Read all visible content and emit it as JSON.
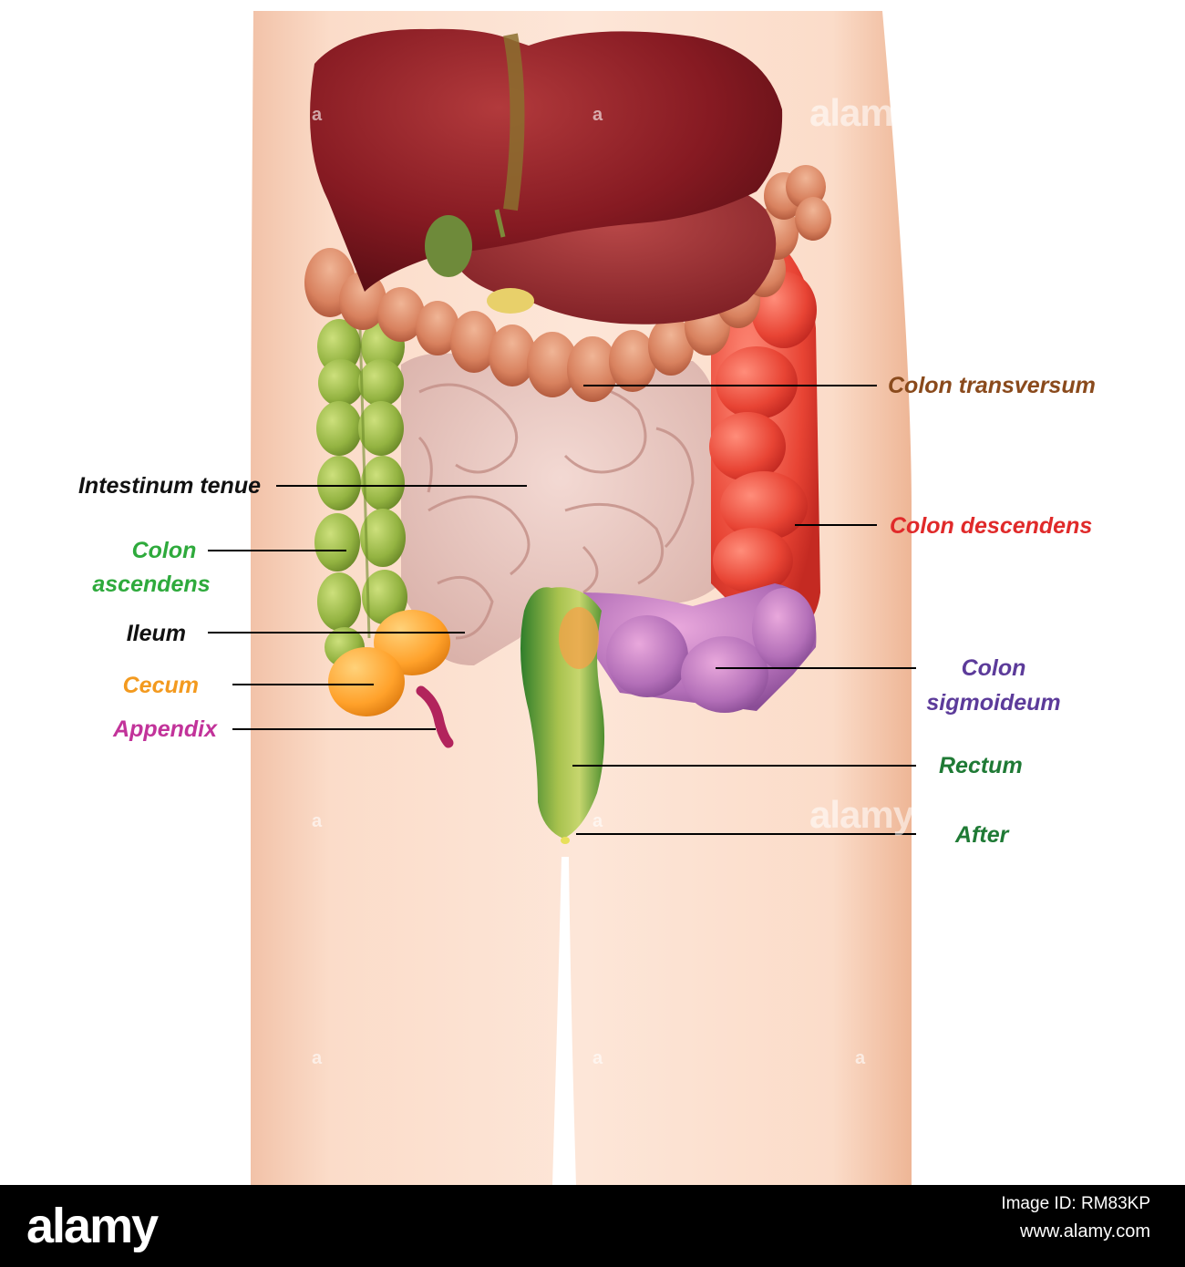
{
  "diagram": {
    "labels": {
      "colon_transversum": "Colon transversum",
      "intestinum_tenue": "Intestinum tenue",
      "colon_descendens": "Colon descendens",
      "colon_ascendens_1": "Colon",
      "colon_ascendens_2": "ascendens",
      "ileum": "Ileum",
      "cecum": "Cecum",
      "appendix": "Appendix",
      "colon_sigmoideum_1": "Colon",
      "colon_sigmoideum_2": "sigmoideum",
      "rectum": "Rectum",
      "after": "After"
    },
    "colors": {
      "colon_transversum": "#8a4a1c",
      "intestinum_tenue": "#111111",
      "colon_descendens": "#e02a2a",
      "colon_ascendens": "#2eaa3c",
      "ileum": "#111111",
      "cecum": "#f39a1f",
      "appendix": "#c2339a",
      "colon_sigmoideum": "#5c3b9a",
      "rectum": "#1f7a35",
      "after": "#1f7a35"
    }
  },
  "watermark": {
    "text": "alamy",
    "mark": "a"
  },
  "footer": {
    "logo": "alamy",
    "image_id": "Image ID: RM83KP",
    "site": "www.alamy.com"
  }
}
